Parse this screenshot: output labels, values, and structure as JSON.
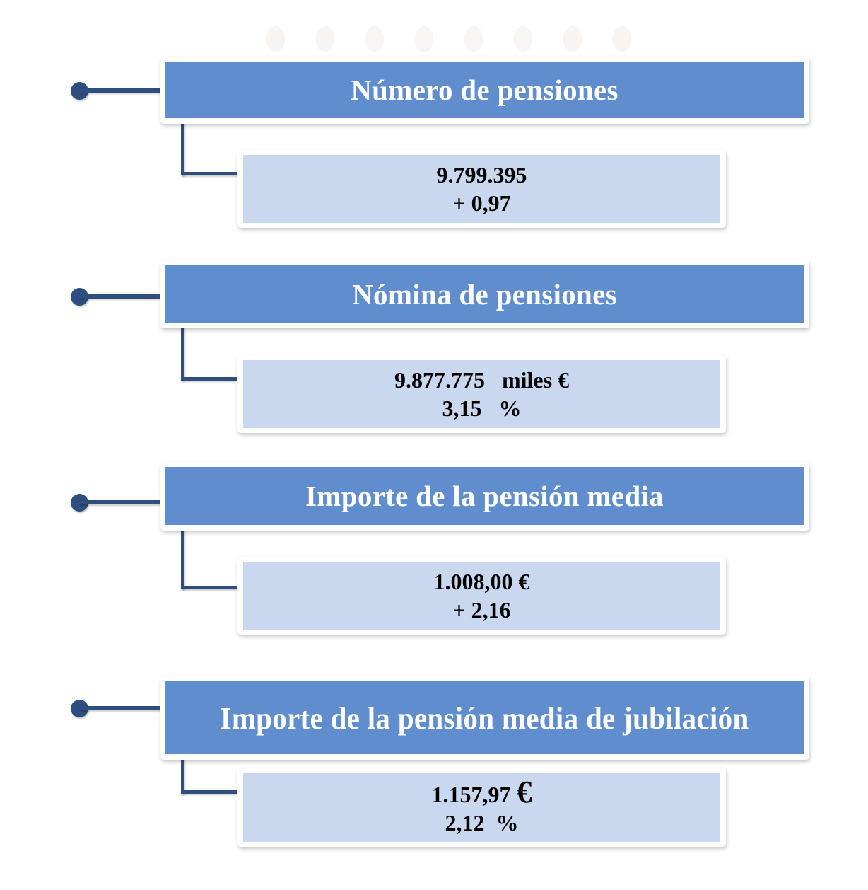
{
  "colors": {
    "header_fill": "#5f8dcd",
    "child_fill": "#c9d8ee",
    "connector": "#2e4e80",
    "frame": "#ffffff"
  },
  "sections": [
    {
      "title": "Número de pensiones",
      "value_line1": "9.799.395",
      "value_line2": "+ 0,97"
    },
    {
      "title": "Nómina de pensiones",
      "value_line1": "9.877.775   miles €",
      "value_line2": "3,15   %"
    },
    {
      "title": "Importe de la pensión media",
      "value_line1": "1.008,00 €",
      "value_line2": "+ 2,16"
    },
    {
      "title": "Importe de la pensión media de jubilación",
      "value_line1": "1.157,97 ",
      "value_line1_unit": "€",
      "value_line2": "2,12  %"
    }
  ]
}
